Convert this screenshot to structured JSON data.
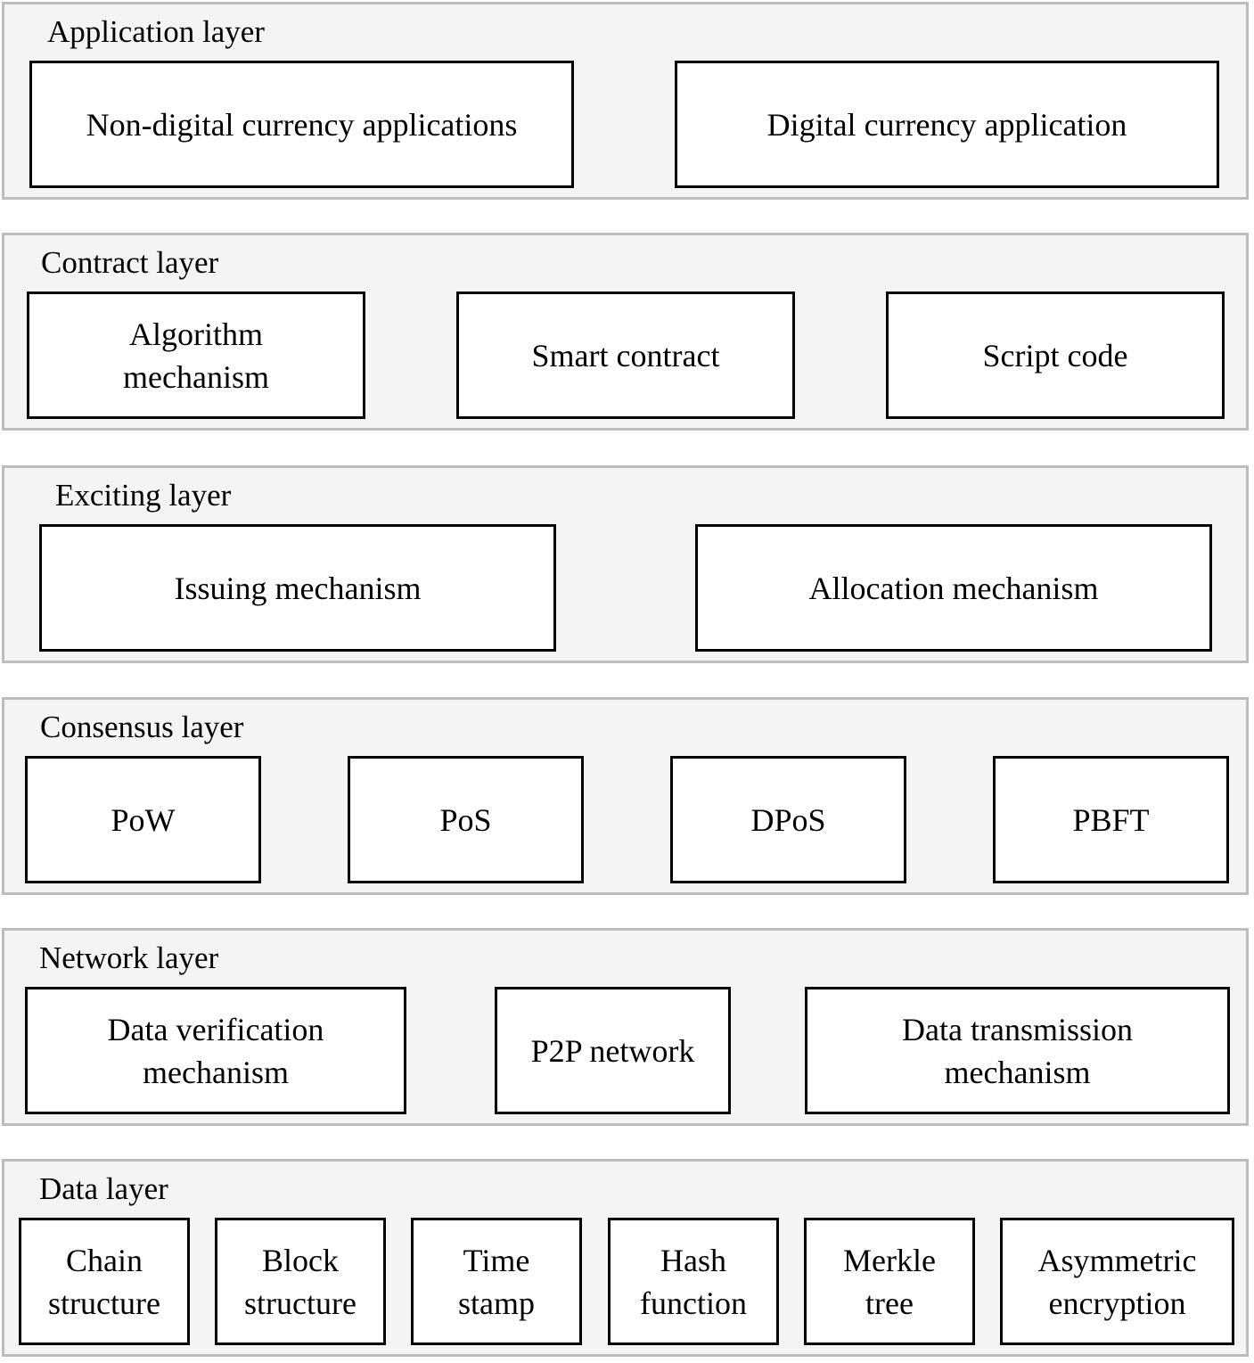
{
  "layers": [
    {
      "title": "Application layer",
      "boxes": [
        "Non-digital currency applications",
        "Digital currency application"
      ]
    },
    {
      "title": "Contract layer",
      "boxes": [
        "Algorithm\nmechanism",
        "Smart contract",
        "Script code"
      ]
    },
    {
      "title": "Exciting layer",
      "boxes": [
        "Issuing mechanism",
        "Allocation mechanism"
      ]
    },
    {
      "title": "Consensus layer",
      "boxes": [
        "PoW",
        "PoS",
        "DPoS",
        "PBFT"
      ]
    },
    {
      "title": "Network layer",
      "boxes": [
        "Data verification\nmechanism",
        "P2P network",
        "Data transmission\nmechanism"
      ]
    },
    {
      "title": "Data layer",
      "boxes": [
        "Chain\nstructure",
        "Block\nstructure",
        "Time\nstamp",
        "Hash\nfunction",
        "Merkle\ntree",
        "Asymmetric\nencryption"
      ]
    }
  ]
}
